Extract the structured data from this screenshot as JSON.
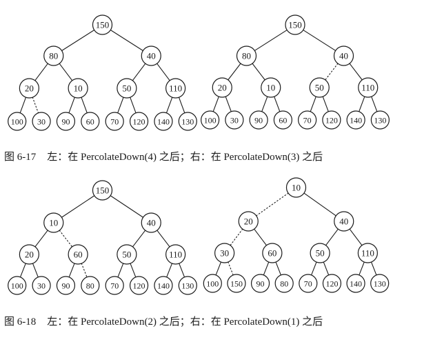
{
  "colors": {
    "ink": "#1a1a1a",
    "paper": "#ffffff"
  },
  "figures": [
    {
      "label": "图 6-17",
      "caption": "左：在 PercolateDown(4) 之后；右：在 PercolateDown(3) 之后",
      "trees": [
        {
          "heap": [
            150,
            80,
            40,
            20,
            10,
            50,
            110,
            100,
            30,
            90,
            60,
            70,
            120,
            140,
            130
          ],
          "dashed_edges": [
            [
              20,
              30
            ]
          ]
        },
        {
          "heap": [
            150,
            80,
            40,
            20,
            10,
            50,
            110,
            100,
            30,
            90,
            60,
            70,
            120,
            140,
            130
          ],
          "dashed_edges": [
            [
              40,
              50
            ]
          ]
        }
      ]
    },
    {
      "label": "图 6-18",
      "caption": "左：在 PercolateDown(2) 之后；右：在 PercolateDown(1) 之后",
      "trees": [
        {
          "heap": [
            150,
            10,
            40,
            20,
            60,
            50,
            110,
            100,
            30,
            90,
            80,
            70,
            120,
            140,
            130
          ],
          "dashed_edges": [
            [
              10,
              60
            ],
            [
              60,
              80
            ]
          ]
        },
        {
          "heap": [
            10,
            20,
            40,
            30,
            60,
            50,
            110,
            100,
            150,
            90,
            80,
            70,
            120,
            140,
            130
          ],
          "dashed_edges": [
            [
              10,
              20
            ],
            [
              20,
              30
            ],
            [
              30,
              150
            ]
          ]
        }
      ]
    }
  ]
}
